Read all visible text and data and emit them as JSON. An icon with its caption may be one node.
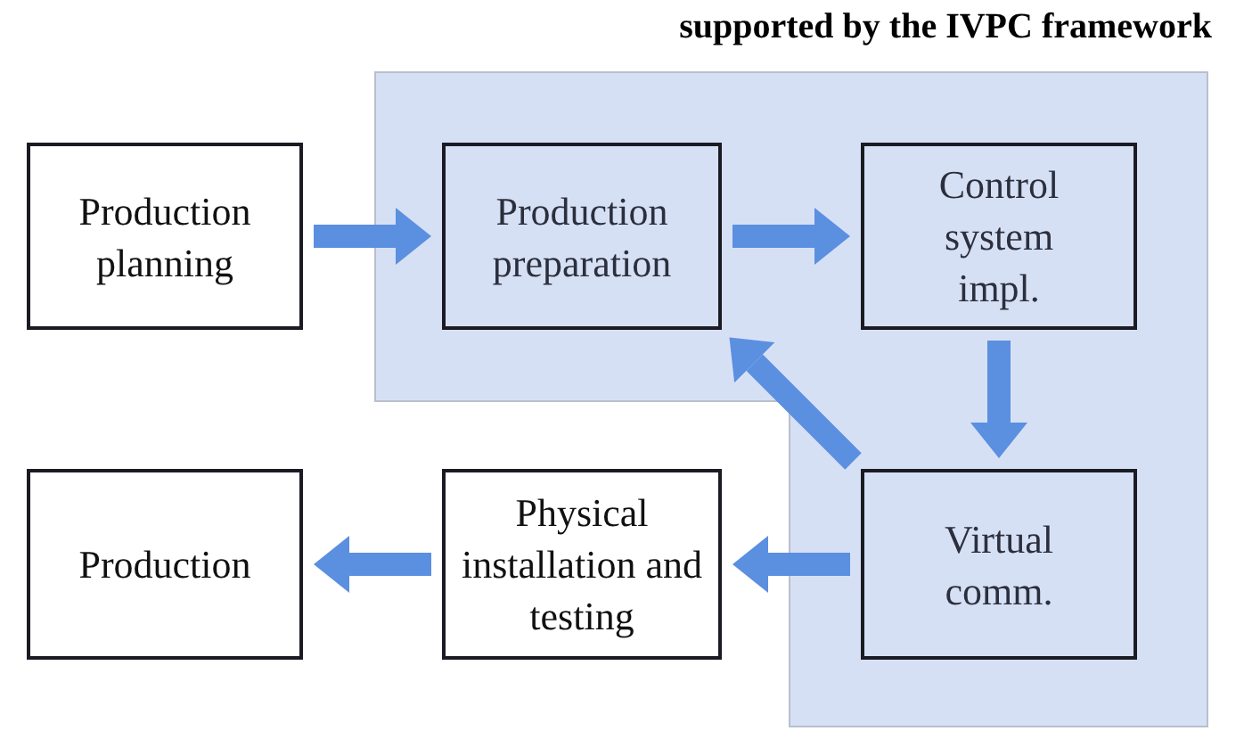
{
  "diagram": {
    "nodes": [
      {
        "text": [
          "supported by the IVPC framework"
        ]
      },
      {
        "text": [
          "Production planning"
        ]
      },
      {
        "text": [
          "Production preparation"
        ],
        "in": 0
      },
      {
        "text": [
          "Control system impl."
        ],
        "in": 0
      },
      {
        "text": [
          "Virtual comm."
        ],
        "in": 0
      },
      {
        "text": [
          "Physical installation and testing"
        ]
      },
      {
        "text": [
          "Production"
        ]
      }
    ],
    "edges": [
      {
        "from": 1,
        "to": 2,
        "arrow": "to"
      },
      {
        "from": 2,
        "to": 3,
        "arrow": "to"
      },
      {
        "from": 3,
        "to": 4,
        "arrow": "to"
      },
      {
        "from": 4,
        "to": 2,
        "arrow": "to"
      },
      {
        "from": 4,
        "to": 5,
        "arrow": "to"
      },
      {
        "from": 5,
        "to": 6,
        "arrow": "to"
      }
    ]
  }
}
